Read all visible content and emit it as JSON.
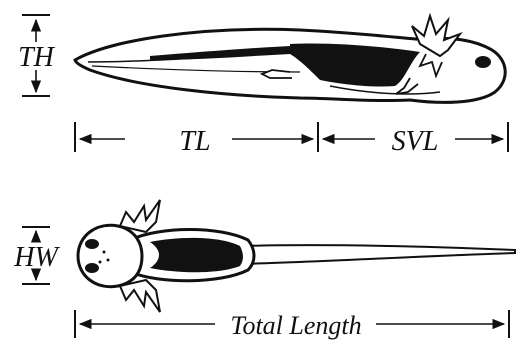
{
  "measurements": {
    "tail_height": "TH",
    "tail_length": "TL",
    "snout_vent_length": "SVL",
    "head_width": "HW",
    "total_length": "Total Length"
  },
  "colors": {
    "ink": "#111111",
    "background": "#ffffff"
  }
}
